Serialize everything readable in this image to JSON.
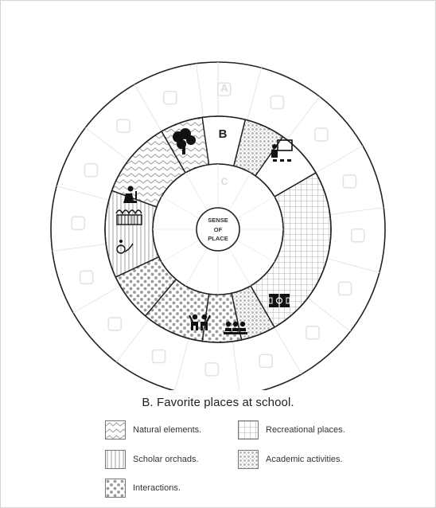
{
  "diagram": {
    "center_text": [
      "SENSE",
      "OF",
      "PLACE"
    ],
    "inner_ring_label": "C",
    "middle_ring_label": "B",
    "outer_ring_label": "A",
    "highlighted_sectors": [
      {
        "name": "tree-sector",
        "category": "natural",
        "icon": "tree-icon"
      },
      {
        "name": "label-sector",
        "category": "none",
        "icon": ""
      },
      {
        "name": "classroom-sector",
        "category": "academic",
        "icon": "teacher-board-icon"
      },
      {
        "name": "empty-sector-1",
        "category": "none",
        "icon": ""
      },
      {
        "name": "soccer-field-sector",
        "category": "recreational",
        "icon": "soccer-field-icon"
      },
      {
        "name": "students-sector",
        "category": "academic",
        "icon": "students-desks-icon"
      },
      {
        "name": "friends-sector",
        "category": "interactions",
        "icon": "friends-icon"
      },
      {
        "name": "dots-sector-1",
        "category": "interactions",
        "icon": ""
      },
      {
        "name": "dots-sector-2",
        "category": "interactions",
        "icon": ""
      },
      {
        "name": "orchard-sector",
        "category": "orchard",
        "icon": "gardening-icon"
      },
      {
        "name": "zigzag-sector",
        "category": "natural",
        "icon": ""
      }
    ]
  },
  "caption": "B. Favorite places at school.",
  "legend": [
    {
      "label": "Natural elements.",
      "pattern": "zigzag"
    },
    {
      "label": "Recreational places.",
      "pattern": "grid"
    },
    {
      "label": "Scholar orchads.",
      "pattern": "vlines"
    },
    {
      "label": "Academic activities.",
      "pattern": "crosshatch"
    },
    {
      "label": "Interactions.",
      "pattern": "dots"
    }
  ],
  "colors": {
    "stroke": "#222222",
    "faded": "#e2e2e2",
    "pattern": "#8a8a8a"
  }
}
